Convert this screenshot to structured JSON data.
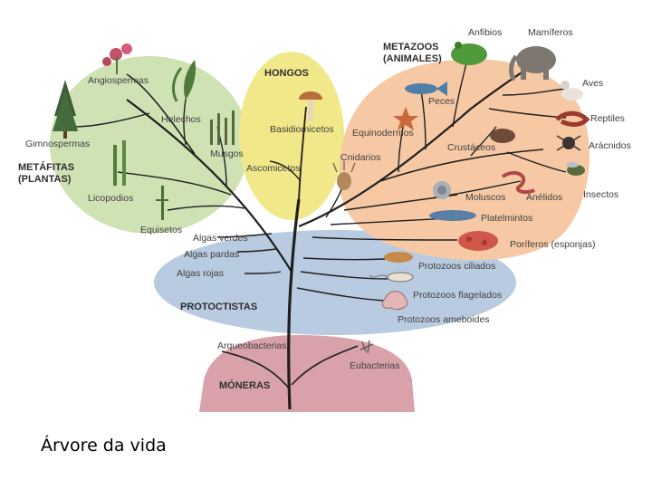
{
  "colors": {
    "plants": "#cfe2b4",
    "fungi": "#f1e88a",
    "animals": "#f6c9a4",
    "protists": "#b9cbe0",
    "monera": "#d9a2ab",
    "branch": "#1f1f1f"
  },
  "groups": {
    "plants": [
      "METÁFITAS",
      "(PLANTAS)"
    ],
    "fungi": [
      "HONGOS"
    ],
    "animals": [
      "METAZOOS",
      "(ANIMALES)"
    ],
    "protists": [
      "PROTOCTISTAS"
    ],
    "monera": [
      "MÓNERAS"
    ]
  },
  "labels": {
    "angiospermas": "Angiospermas",
    "helechos": "Helechos",
    "gimnospermas": "Gimnospermas",
    "musgos": "Musgos",
    "licopodios": "Licopodios",
    "equisetos": "Equisetos",
    "basidiomicetos": "Basidiomicetos",
    "ascomicetos": "Ascomicetos",
    "anfibios": "Anfibios",
    "mamiferos": "Mamíferos",
    "aves": "Aves",
    "peces": "Peces",
    "equinodermos": "Equinodermos",
    "reptiles": "Reptiles",
    "crustaceos": "Crustáceos",
    "aracnidos": "Arácnidos",
    "cnidarios": "Cnidarios",
    "insectos": "Insectos",
    "moluscos": "Moluscos",
    "anelidos": "Anélidos",
    "platelmintos": "Platelmintos",
    "poriferos": "Poríferos (esponjas)",
    "algas_verdes": "Algas verdes",
    "algas_pardas": "Algas pardas",
    "algas_rojas": "Algas rojas",
    "protozoos_ciliados": "Protozoos ciliados",
    "protozoos_flagelados": "Protozoos flagelados",
    "protozoos_ameboides": "Protozoos ameboides",
    "arqueobacterias": "Arqueobacterias",
    "eubacterias": "Eubacterias"
  },
  "caption": "Árvore da vida"
}
